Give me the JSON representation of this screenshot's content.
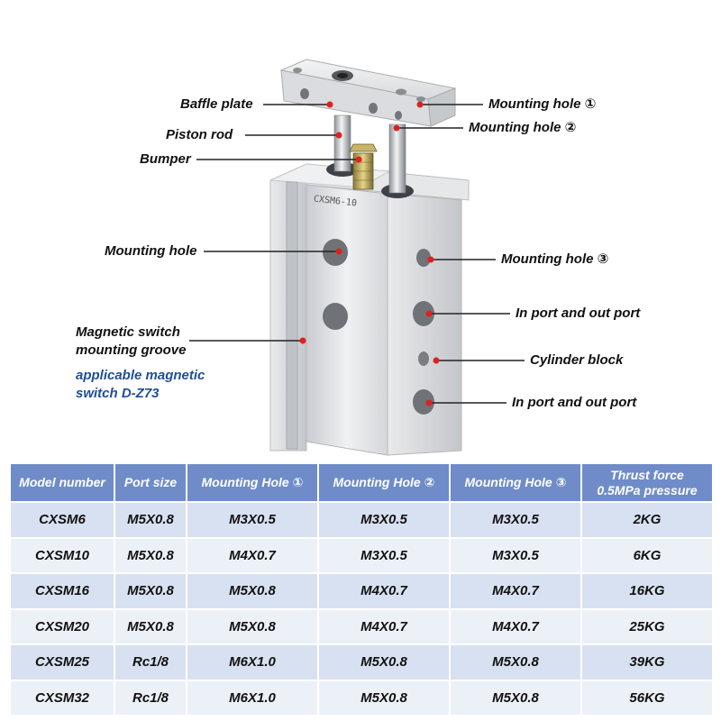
{
  "labels": {
    "baffle_plate": "Baffle plate",
    "piston_rod": "Piston rod",
    "bumper": "Bumper",
    "mounting_hole": "Mounting hole",
    "magnetic_groove_line1": "Magnetic switch",
    "magnetic_groove_line2": "mounting groove",
    "applicable_line1": "applicable magnetic",
    "applicable_line2": "switch D-Z73",
    "mounting_hole_1": "Mounting hole ①",
    "mounting_hole_2": "Mounting hole ②",
    "mounting_hole_3": "Mounting hole ③",
    "port_upper": "In port and out port",
    "cylinder_block": "Cylinder block",
    "port_lower": "In port and out port"
  },
  "product": {
    "engraving": "CXSM6-10"
  },
  "colors": {
    "header_bg": "#6f8cc9",
    "row_odd": "#d8e1f1",
    "row_even": "#ecf1f8",
    "marker": "#e02020",
    "blue_note": "#1f4f95"
  },
  "table": {
    "headers": [
      "Model number",
      "Port size",
      "Mounting Hole ①",
      "Mounting Hole ②",
      "Mounting Hole ③",
      "Thrust force\n0.5MPa pressure"
    ],
    "rows": [
      [
        "CXSM6",
        "M5X0.8",
        "M3X0.5",
        "M3X0.5",
        "M3X0.5",
        "2KG"
      ],
      [
        "CXSM10",
        "M5X0.8",
        "M4X0.7",
        "M3X0.5",
        "M3X0.5",
        "6KG"
      ],
      [
        "CXSM16",
        "M5X0.8",
        "M5X0.8",
        "M4X0.7",
        "M4X0.7",
        "16KG"
      ],
      [
        "CXSM20",
        "M5X0.8",
        "M5X0.8",
        "M4X0.7",
        "M4X0.7",
        "25KG"
      ],
      [
        "CXSM25",
        "Rc1/8",
        "M6X1.0",
        "M5X0.8",
        "M5X0.8",
        "39KG"
      ],
      [
        "CXSM32",
        "Rc1/8",
        "M6X1.0",
        "M5X0.8",
        "M5X0.8",
        "56KG"
      ]
    ]
  }
}
